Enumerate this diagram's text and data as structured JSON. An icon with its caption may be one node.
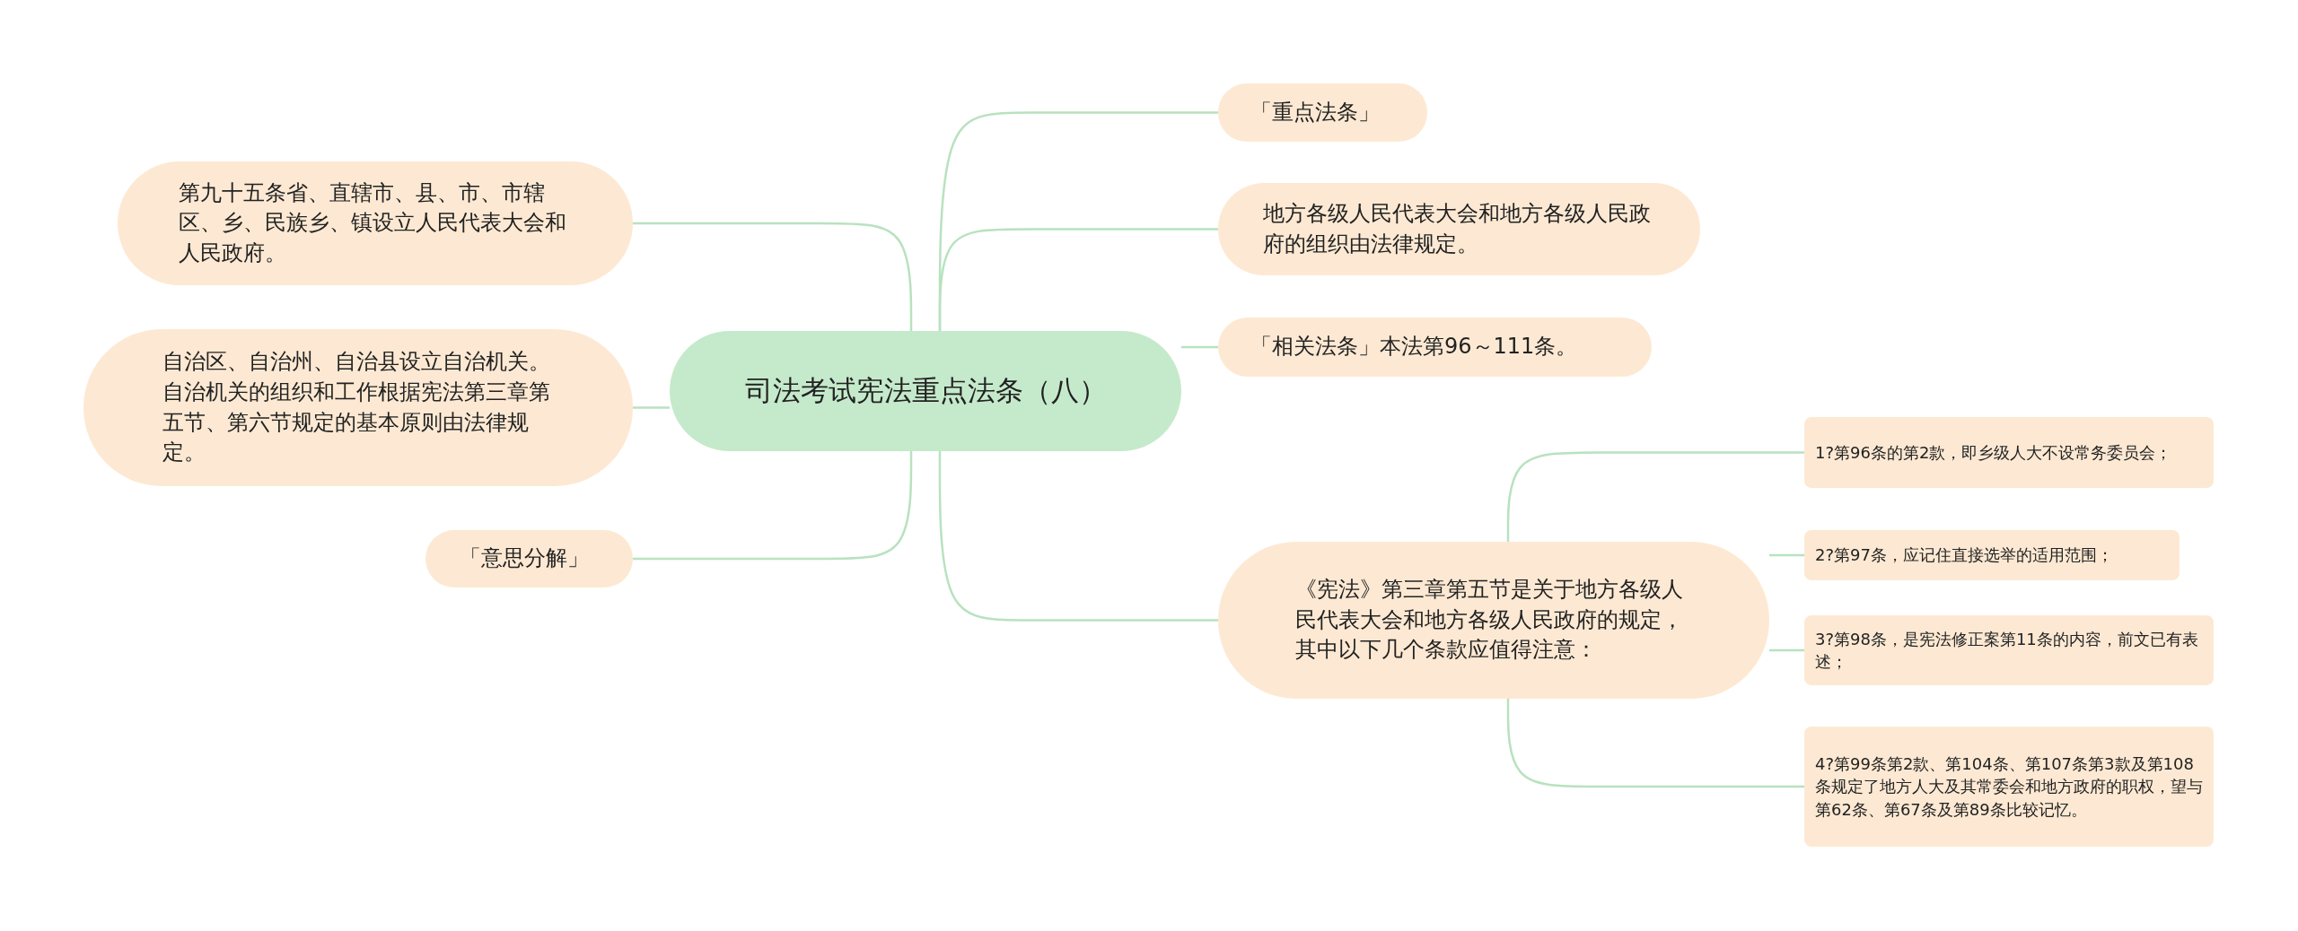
{
  "diagram": {
    "nodes": [
      {
        "text": [
          "司法考试宪法重点法条（八）"
        ]
      },
      {
        "text": [
          "第九十五条省、直辖市、县、市、市辖区、乡、民族乡、镇设立人民代表大会和人民政府。"
        ]
      },
      {
        "text": [
          "自治区、自治州、自治县设立自治机关。自治机关的组织和工作根据宪法第三章第五节、第六节规定的基本原则由法律规定。"
        ]
      },
      {
        "text": [
          "「意思分解」"
        ]
      },
      {
        "text": [
          "「重点法条」"
        ]
      },
      {
        "text": [
          "地方各级人民代表大会和地方各级人民政府的组织由法律规定。"
        ]
      },
      {
        "text": [
          "「相关法条」本法第96～111条。"
        ]
      },
      {
        "text": [
          "《宪法》第三章第五节是关于地方各级人民代表大会和地方各级人民政府的规定，其中以下几个条款应值得注意："
        ]
      },
      {
        "text": [
          "1?第96条的第2款，即乡级人大不设常务委员会；"
        ]
      },
      {
        "text": [
          "2?第97条，应记住直接选举的适用范围；"
        ]
      },
      {
        "text": [
          "3?第98条，是宪法修正案第11条的内容，前文已有表述；"
        ]
      },
      {
        "text": [
          "4?第99条第2款、第104条、第107条第3款及第108条规定了地方人大及其常委会和地方政府的职权，望与第62条、第67条及第89条比较记忆。"
        ]
      }
    ],
    "edges": [
      {
        "from": 0,
        "to": 1,
        "arrow": "none"
      },
      {
        "from": 0,
        "to": 2,
        "arrow": "none"
      },
      {
        "from": 0,
        "to": 3,
        "arrow": "none"
      },
      {
        "from": 0,
        "to": 4,
        "arrow": "none"
      },
      {
        "from": 0,
        "to": 5,
        "arrow": "none"
      },
      {
        "from": 0,
        "to": 6,
        "arrow": "none"
      },
      {
        "from": 0,
        "to": 7,
        "arrow": "none"
      },
      {
        "from": 7,
        "to": 8,
        "arrow": "none"
      },
      {
        "from": 7,
        "to": 9,
        "arrow": "none"
      },
      {
        "from": 7,
        "to": 10,
        "arrow": "none"
      },
      {
        "from": 7,
        "to": 11,
        "arrow": "none"
      }
    ]
  }
}
